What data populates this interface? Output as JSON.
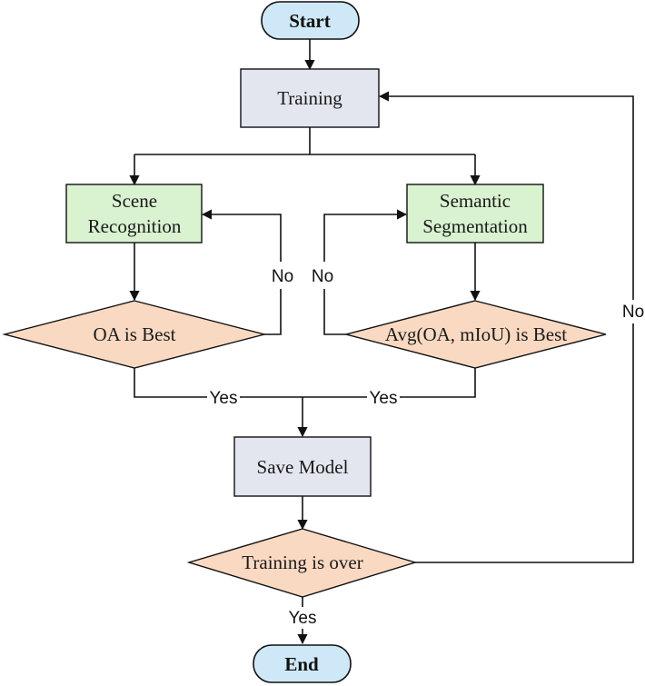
{
  "nodes": {
    "start": "Start",
    "training": "Training",
    "scene_line1": "Scene",
    "scene_line2": "Recognition",
    "semantic_line1": "Semantic",
    "semantic_line2": "Segmentation",
    "oa_best": "OA is Best",
    "avg_best": "Avg(OA, mIoU) is Best",
    "save_model": "Save Model",
    "training_over": "Training is over",
    "end": "End"
  },
  "edge_labels": {
    "no_scene": "No",
    "no_semantic": "No",
    "no_training": "No",
    "yes_left": "Yes",
    "yes_right": "Yes",
    "yes_end": "Yes"
  },
  "colors": {
    "terminal_fill": "#cfe8f7",
    "training_fill": "#e3e6ef",
    "task_fill": "#d9f2d0",
    "decision_fill": "#fad9c2",
    "save_fill": "#e3e6ef",
    "stroke": "#111111"
  }
}
